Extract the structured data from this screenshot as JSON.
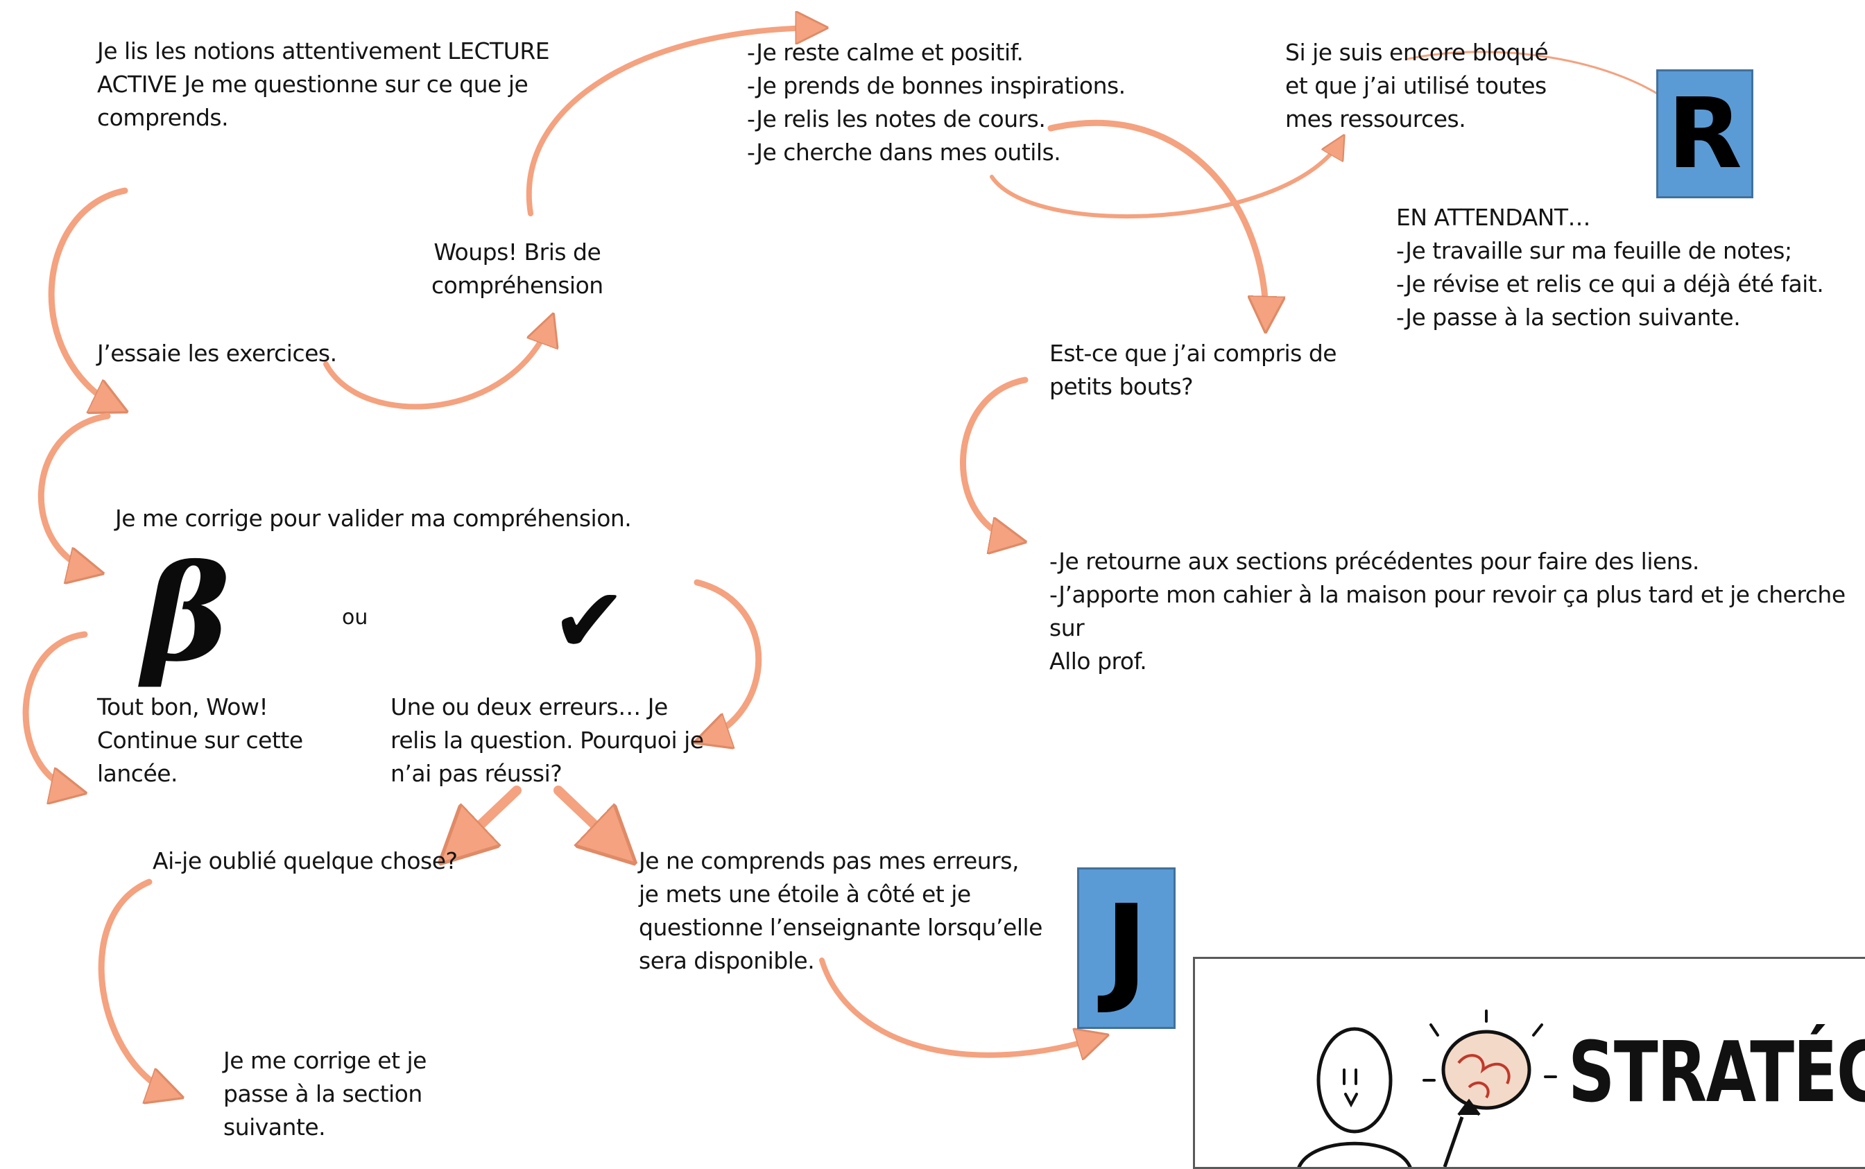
{
  "colors": {
    "arrow": "#f4a27f",
    "arrow_stroke": "#e08a66",
    "box_fill": "#5b9bd5",
    "box_border": "#41719c"
  },
  "nodes": {
    "lecture": "Je lis les notions attentivement LECTURE\nACTIVE Je me questionne sur ce que je\ncomprends.",
    "essaie": "J’essaie les exercices.",
    "woups": "Woups!  Bris de\ncompréhension",
    "calme": "-Je reste calme et positif.\n-Je prends de bonnes inspirations.\n-Je relis les notes de cours.\n-Je cherche dans mes outils.",
    "bloque": "Si je suis encore bloqué\net que j’ai utilisé toutes\nmes ressources.",
    "attendant": "EN ATTENDANT…\n-Je travaille sur ma feuille de notes;\n-Je révise et relis ce qui a déjà été fait.\n-Je passe à la section suivante.",
    "petits_bouts": "Est-ce que j’ai compris de\npetits bouts?",
    "retourne": "-Je retourne aux sections précédentes pour faire des liens.\n-J’apporte mon cahier à la maison pour revoir ça plus tard et je cherche sur\nAllo prof.",
    "corrige": "Je me corrige pour valider ma compréhension.",
    "ou": "ou",
    "tout_bon": "Tout bon,  Wow!\nContinue sur cette\nlancée.",
    "erreurs": "Une ou deux erreurs… Je\nrelis la question.  Pourquoi je\nn’ai pas réussi?",
    "oublie": "Ai-je oublié quelque chose?",
    "comprends_pas": "Je ne comprends pas mes erreurs,\nje mets une étoile à côté et je\nquestionne l’enseignante lorsqu’elle\nsera disponible.",
    "corrige_passe": "Je me corrige et je\npasse à la section\nsuivante."
  },
  "symbols": {
    "beta": "β",
    "check": "✔"
  },
  "boxes": {
    "r": "R",
    "j": "J"
  },
  "panel": {
    "title": "STRATÉGIES"
  }
}
